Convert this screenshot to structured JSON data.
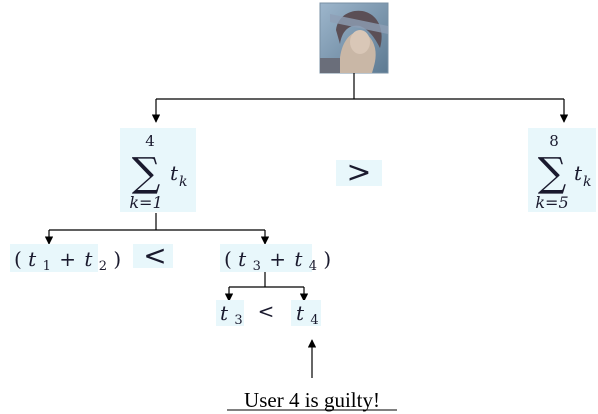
{
  "root": {
    "image_description_icon": "portrait-photo-icon"
  },
  "left_sum": {
    "upper": "4",
    "lower": "k=1",
    "sigma": "∑",
    "term_var": "t",
    "term_sub": "k"
  },
  "right_sum": {
    "upper": "8",
    "lower": "k=5",
    "sigma": "∑",
    "term_var": "t",
    "term_sub": "k"
  },
  "comparison_top": ">",
  "left_pair": {
    "open": "(",
    "a_var": "t",
    "a_sub": "1",
    "plus": "+",
    "b_var": "t",
    "b_sub": "2",
    "close": ")"
  },
  "comparison_mid": "<",
  "right_pair": {
    "open": "(",
    "a_var": "t",
    "a_sub": "3",
    "plus": "+",
    "b_var": "t",
    "b_sub": "4",
    "close": ")"
  },
  "leaf_left": {
    "var": "t",
    "sub": "3"
  },
  "comparison_bottom": "<",
  "leaf_right": {
    "var": "t",
    "sub": "4"
  },
  "conclusion": "User 4 is guilty!",
  "colors": {
    "highlight": "#e8f7fb",
    "text": "#1a1a2e",
    "lines": "#000000"
  }
}
